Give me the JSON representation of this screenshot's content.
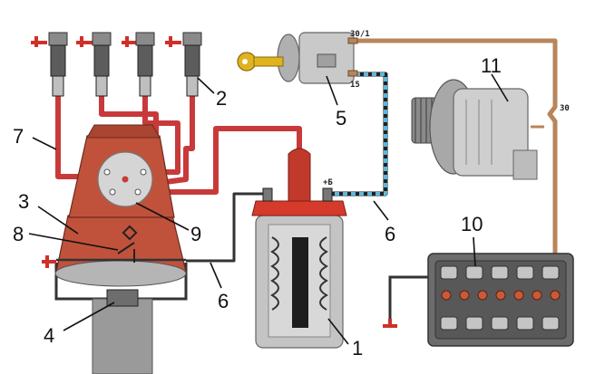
{
  "callouts": {
    "c1": "1",
    "c2": "2",
    "c3": "3",
    "c4": "4",
    "c5": "5",
    "c6a": "6",
    "c6b": "6",
    "c7": "7",
    "c8": "8",
    "c9": "9",
    "c10": "10",
    "c11": "11"
  },
  "terminals": {
    "switch_top": "30/1",
    "switch_bottom": "15",
    "alternator": "30",
    "coil_plus": "+Б"
  },
  "colors": {
    "hv_wire": "#c83a3a",
    "lv_wire": "#333333",
    "feed_wire": "#b8855a",
    "switch_wire_dash": "#5bb7dd",
    "distributor_cap": "#c0523c",
    "coil_cap": "#d63a2a",
    "metal": "#c9c9c9",
    "key": "#e0b321"
  }
}
